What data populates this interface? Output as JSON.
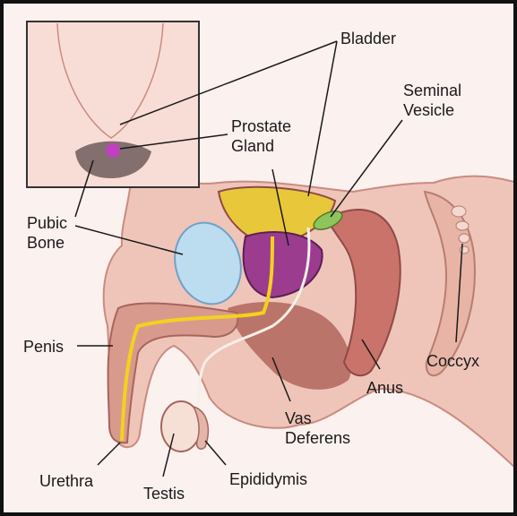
{
  "labels": {
    "bladder": [
      "Bladder"
    ],
    "prostate_gland": [
      "Prostate",
      "Gland"
    ],
    "seminal_vesicle": [
      "Seminal",
      "Vesicle"
    ],
    "pubic_bone": [
      "Pubic",
      "Bone"
    ],
    "penis": [
      "Penis"
    ],
    "coccyx": [
      "Coccyx"
    ],
    "anus": [
      "Anus"
    ],
    "vas_deferens": [
      "Vas",
      "Deferens"
    ],
    "urethra": [
      "Urethra"
    ],
    "testis": [
      "Testis"
    ],
    "epididymis": [
      "Epididymis"
    ]
  },
  "colors": {
    "background": "#fbf1ee",
    "skin": "#f0c9bf",
    "tissue": "#d98880",
    "bladder": "#e8c83a",
    "prostate": "#9b3c8f",
    "pubic_bone": "#bcdcf0",
    "seminal_vesicle": "#8fc45a",
    "urethra_line": "#f2d21c",
    "pubic_hair": "#5c4a4a",
    "leader_line": "#1a1a1a"
  }
}
